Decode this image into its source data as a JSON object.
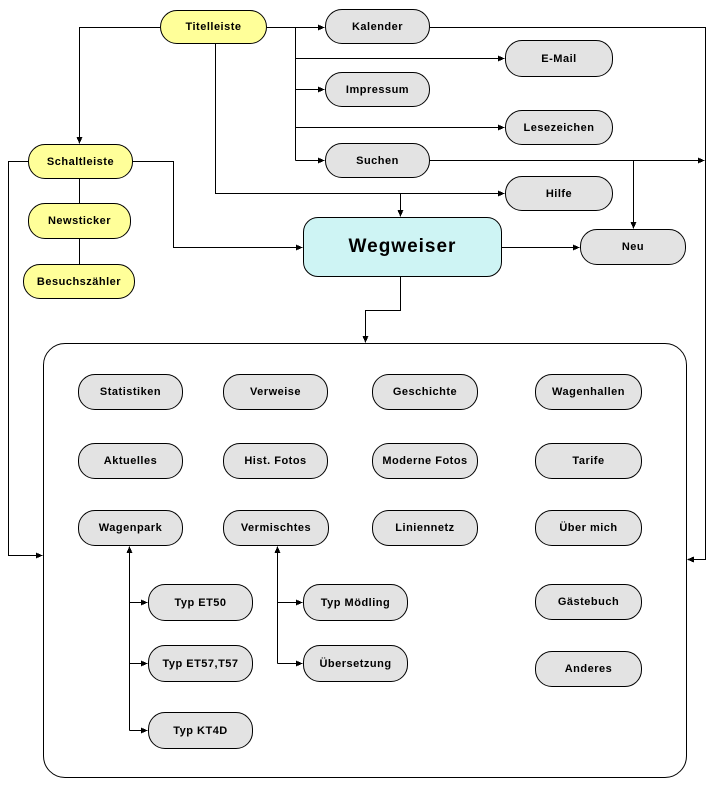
{
  "colors": {
    "node_yellow": "#FFFF99",
    "node_gray": "#E3E3E3",
    "node_cyan": "#CEF4F4",
    "line": "#000000",
    "background": "#FFFFFF"
  },
  "nodes": {
    "titelleiste": {
      "label": "Titelleiste"
    },
    "schaltleiste": {
      "label": "Schaltleiste"
    },
    "newsticker": {
      "label": "Newsticker"
    },
    "besuchszaehler": {
      "label": "Besuchszähler"
    },
    "kalender": {
      "label": "Kalender"
    },
    "email": {
      "label": "E-Mail"
    },
    "impressum": {
      "label": "Impressum"
    },
    "lesezeichen": {
      "label": "Lesezeichen"
    },
    "suchen": {
      "label": "Suchen"
    },
    "hilfe": {
      "label": "Hilfe"
    },
    "neu": {
      "label": "Neu"
    },
    "wegweiser": {
      "label": "Wegweiser"
    },
    "statistiken": {
      "label": "Statistiken"
    },
    "verweise": {
      "label": "Verweise"
    },
    "geschichte": {
      "label": "Geschichte"
    },
    "wagenhallen": {
      "label": "Wagenhallen"
    },
    "aktuelles": {
      "label": "Aktuelles"
    },
    "hist_fotos": {
      "label": "Hist. Fotos"
    },
    "moderne_fotos": {
      "label": "Moderne Fotos"
    },
    "tarife": {
      "label": "Tarife"
    },
    "wagenpark": {
      "label": "Wagenpark"
    },
    "vermischtes": {
      "label": "Vermischtes"
    },
    "liniennetz": {
      "label": "Liniennetz"
    },
    "ueber_mich": {
      "label": "Über mich"
    },
    "typ_et50": {
      "label": "Typ ET50"
    },
    "typ_moedling": {
      "label": "Typ Mödling"
    },
    "gaestebuch": {
      "label": "Gästebuch"
    },
    "typ_et57_t57": {
      "label": "Typ ET57,T57"
    },
    "uebersetzung": {
      "label": "Übersetzung"
    },
    "anderes": {
      "label": "Anderes"
    },
    "typ_kt4d": {
      "label": "Typ KT4D"
    }
  }
}
